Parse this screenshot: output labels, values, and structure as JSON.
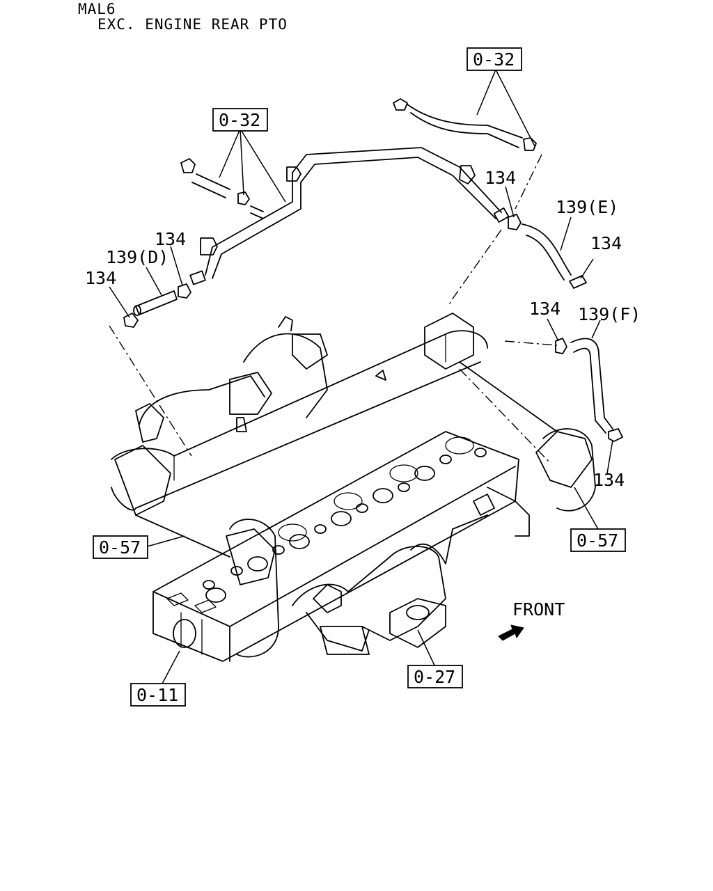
{
  "header": {
    "model_code": "MAL6",
    "condition": "EXC. ENGINE REAR PTO"
  },
  "callouts": {
    "ref_032_top": "0-32",
    "ref_032_left": "0-32",
    "ref_057_left": "0-57",
    "ref_057_right": "0-57",
    "ref_011": "0-11",
    "ref_027": "0-27"
  },
  "parts": {
    "clamp_134_a": "134",
    "clamp_134_b": "134",
    "clamp_134_c": "134",
    "clamp_134_d": "134",
    "clamp_134_e": "134",
    "clamp_134_f": "134",
    "hose_139d": "139(D)",
    "hose_139e": "139(E)",
    "hose_139f": "139(F)"
  },
  "direction": {
    "label": "FRONT"
  }
}
